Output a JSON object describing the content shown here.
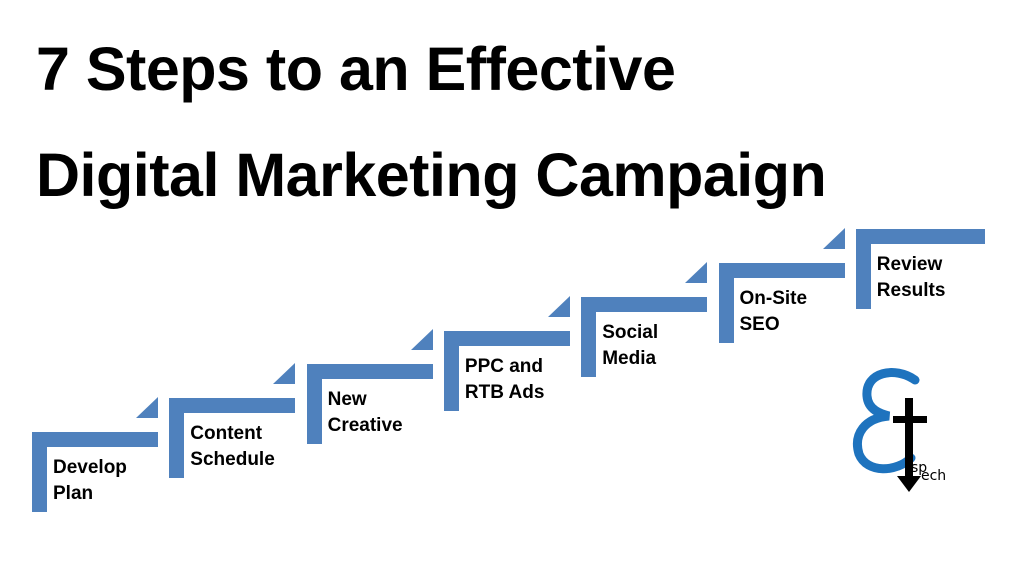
{
  "title": {
    "line1": "7 Steps to an Effective",
    "line2": "Digital Marketing Campaign"
  },
  "steps": [
    {
      "line1": "Develop",
      "line2": "Plan"
    },
    {
      "line1": "Content",
      "line2": "Schedule"
    },
    {
      "line1": "New",
      "line2": "Creative"
    },
    {
      "line1": "PPC and",
      "line2": "RTB Ads"
    },
    {
      "line1": "Social",
      "line2": "Media"
    },
    {
      "line1": "On-Site",
      "line2": "SEO"
    },
    {
      "line1": "Review",
      "line2": "Results"
    }
  ],
  "logo": {
    "text": "sptech"
  },
  "colors": {
    "step": "#4f81bd",
    "logo_blue": "#1e73be"
  }
}
